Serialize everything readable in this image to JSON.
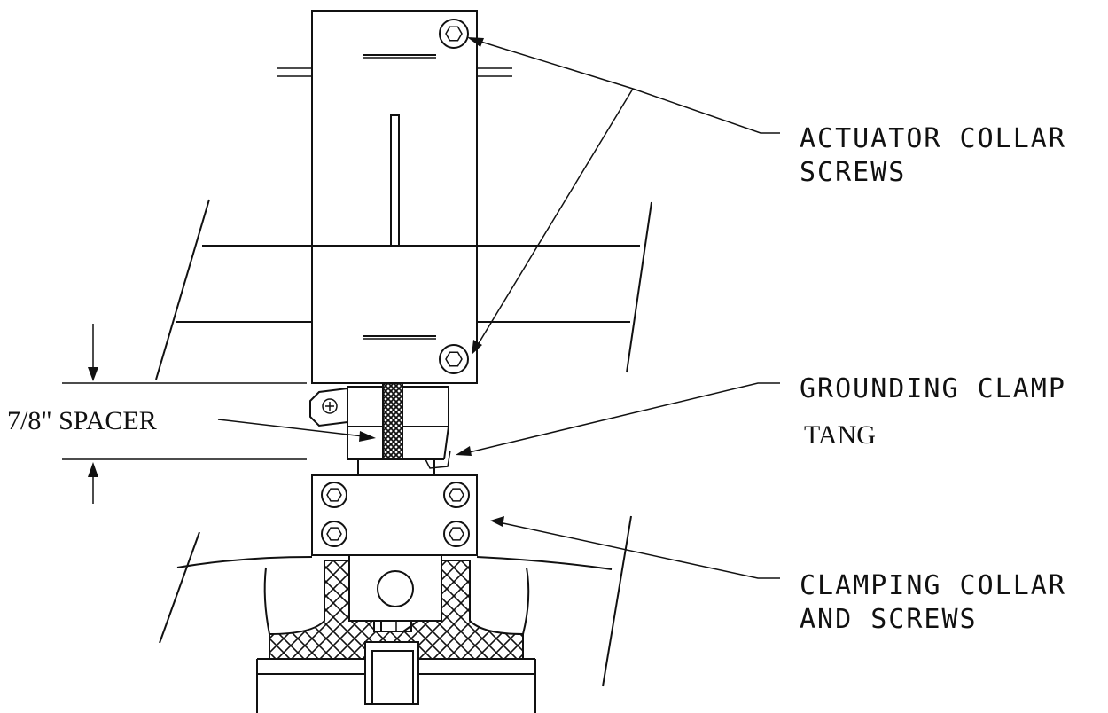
{
  "labels": {
    "actuator_line1": "ACTUATOR COLLAR",
    "actuator_line2": "SCREWS",
    "grounding_line1": "GROUNDING CLAMP",
    "tang": "TANG",
    "spacer": "7/8\"  SPACER",
    "clamping_line1": "CLAMPING COLLAR",
    "clamping_line2": "AND SCREWS"
  }
}
